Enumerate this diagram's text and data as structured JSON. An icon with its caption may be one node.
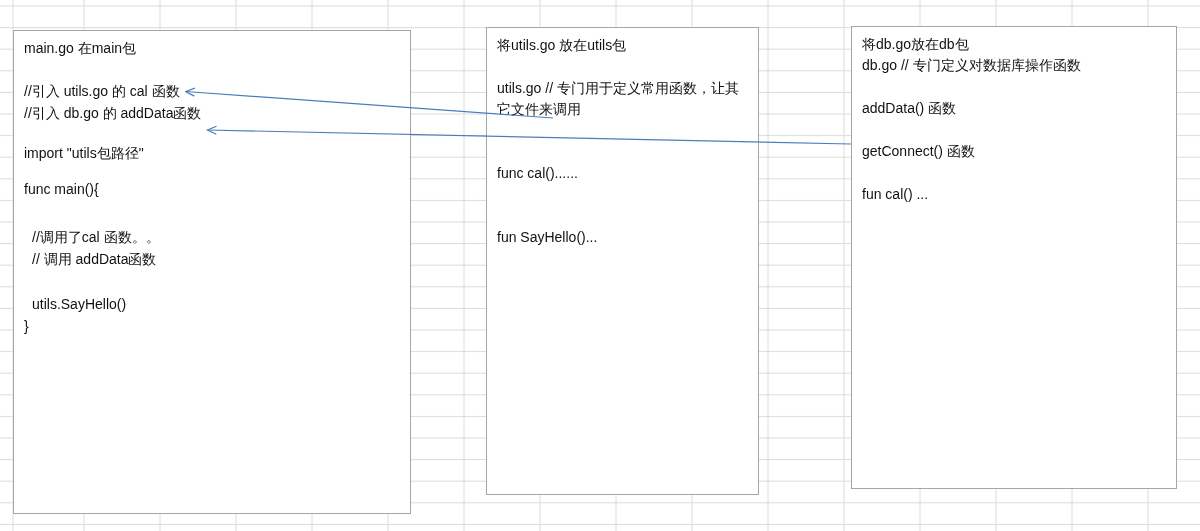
{
  "diagram": {
    "nodes": [
      {
        "text": [
          "main.go 在main包",
          "import \"utils包路径\"",
          "func main(){",
          "//调用了cal 函数。。",
          "// 调用 addData函数",
          "utils.SayHello()",
          "}"
        ]
      },
      {
        "text": [
          "//引入 utils.go 的 cal 函数"
        ],
        "in": 0
      },
      {
        "text": [
          "//引入 db.go 的 addData函数"
        ],
        "in": 0
      },
      {
        "text": [
          "将utils.go 放在utils包",
          "func cal()......",
          "fun SayHello()..."
        ]
      },
      {
        "text": [
          "utils.go // 专门用于定义常用函数，让其它文件来调用"
        ],
        "in": 3
      },
      {
        "text": [
          "将db.go放在db包",
          "db.go // 专门定义对数据库操作函数",
          "addData() 函数",
          "getConnect() 函数",
          "fun cal() ..."
        ]
      }
    ],
    "edges": [
      {
        "from": 4,
        "to": 1,
        "arrow": "to"
      },
      {
        "from": 5,
        "to": 2,
        "arrow": "to"
      }
    ]
  }
}
